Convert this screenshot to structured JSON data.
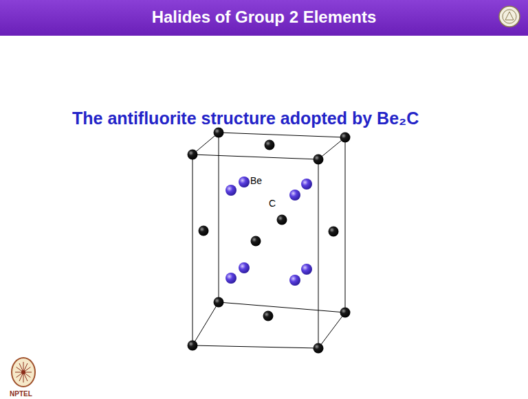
{
  "diagram": {
    "title": "Halides of Group 2 Elements",
    "labels": [
      "The antifluorite structure adopted by Be₂C",
      "Be",
      "C",
      "NPTEL"
    ]
  }
}
